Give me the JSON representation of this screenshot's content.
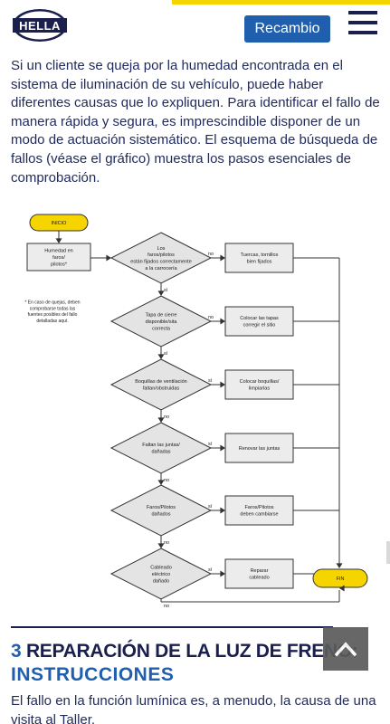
{
  "header": {
    "logo_text": "HELLA",
    "cta_label": "Recambio",
    "menu_icon": "hamburger-icon"
  },
  "intro_text": "Si un cliente se queja por la humedad encontrada en el sistema de iluminación de su vehículo, puede haber diferentes causas que lo expliquen. Para identificar el fallo de manera rápida y segura, es imprescindible disponer de un modo de actuación sistemático. El esquema de búsqueda de fallos (véase el gráfico) muestra los pasos esenciales de comprobación.",
  "flowchart": {
    "start": "INICIO",
    "end": "FIN",
    "symptom": [
      "Humedad en",
      "faros/",
      "pilotos*"
    ],
    "note": [
      "* En caso de quejas, deben",
      "comprobarse todas las",
      "fuentes posibles del fallo",
      "detalladas aquí."
    ],
    "steps": [
      {
        "question": [
          "Los",
          "faros/pilotos",
          "están fijados correctamente",
          "a la carrocería"
        ],
        "branch": "no",
        "action": [
          "Tuercas, tornillos",
          "bien fijados"
        ],
        "next": "sí"
      },
      {
        "question": [
          "Tapa de cierre",
          "disponible/sita",
          "correcta"
        ],
        "branch": "no",
        "action": [
          "Colocar las tapas",
          "corregir el sitio"
        ],
        "next": "sí"
      },
      {
        "question": [
          "Boquillas de ventilación",
          "faltan/obstruidas"
        ],
        "branch": "sí",
        "action": [
          "Colocar boquillas/",
          "limpiarlas"
        ],
        "next": "no"
      },
      {
        "question": [
          "Faltan las juntas/",
          "dañadas"
        ],
        "branch": "sí",
        "action": [
          "Renovar las juntas"
        ],
        "next": "no"
      },
      {
        "question": [
          "Faros/Pilotos",
          "dañados"
        ],
        "branch": "sí",
        "action": [
          "Faros/Pilotos",
          "deben cambiarse"
        ],
        "next": "no"
      },
      {
        "question": [
          "Cableado",
          "eléctrico",
          "dañado"
        ],
        "branch": "sí",
        "action": [
          "Reparar",
          "cableado"
        ],
        "next": "no"
      }
    ]
  },
  "section": {
    "number": "3",
    "title": "REPARACIÓN DE LA LUZ DE FRENO:",
    "subtitle": "INSTRUCCIONES"
  },
  "body_text": "El fallo en la función lumínica es, a menudo, la causa de una visita al Taller.",
  "scroll_top_icon": "chevron-up-icon"
}
